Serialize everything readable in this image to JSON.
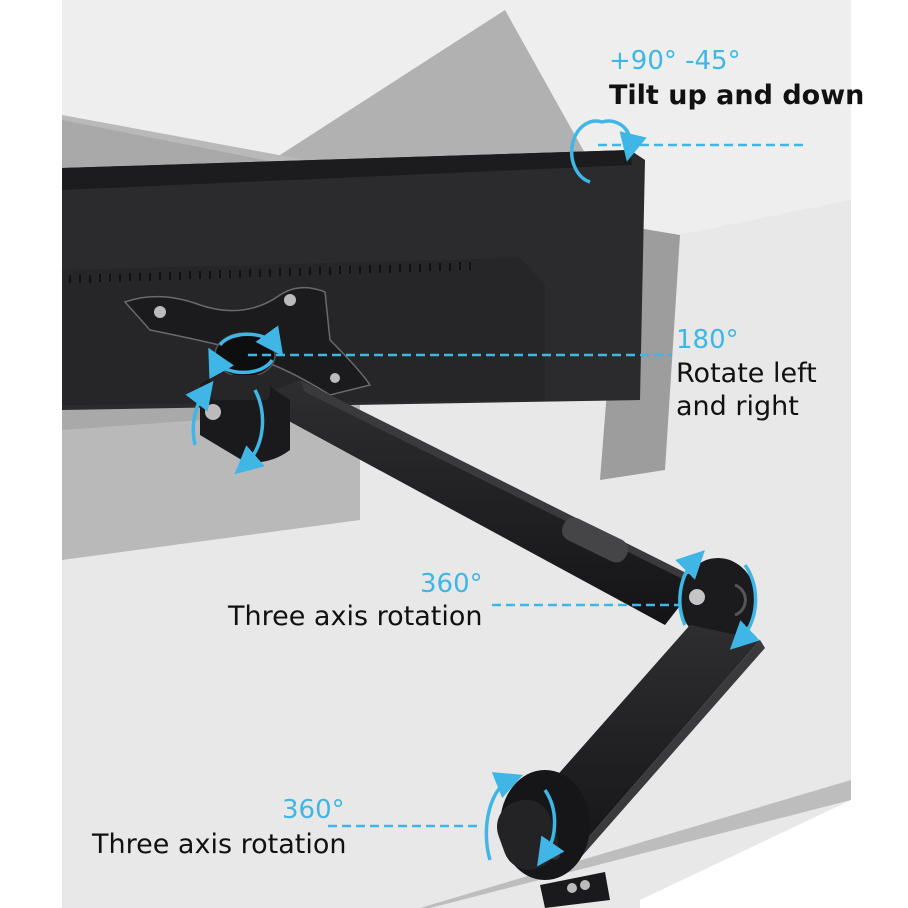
{
  "colors": {
    "accent": "#3fb6e6",
    "background_gray": "#e6e6e6",
    "margin_white": "#ffffff",
    "arm_black": "#1e1e20",
    "monitor_back": "#2a2a2c",
    "ghost_gray": "#9a9a9a",
    "text": "#111111"
  },
  "annotations": {
    "tilt": {
      "degrees": "+90° -45°",
      "description": "Tilt up and down"
    },
    "rotate": {
      "degrees": "180°",
      "line1": "Rotate left",
      "line2": "and right"
    },
    "elbow": {
      "degrees": "360°",
      "description": "Three axis rotation"
    },
    "base": {
      "degrees": "360°",
      "description": "Three axis rotation"
    }
  },
  "icons": {
    "tilt": "rotation-arrow-icon",
    "swivel": "rotation-arrow-icon",
    "elbow": "rotation-arrow-icon",
    "base": "rotation-arrow-icon"
  }
}
